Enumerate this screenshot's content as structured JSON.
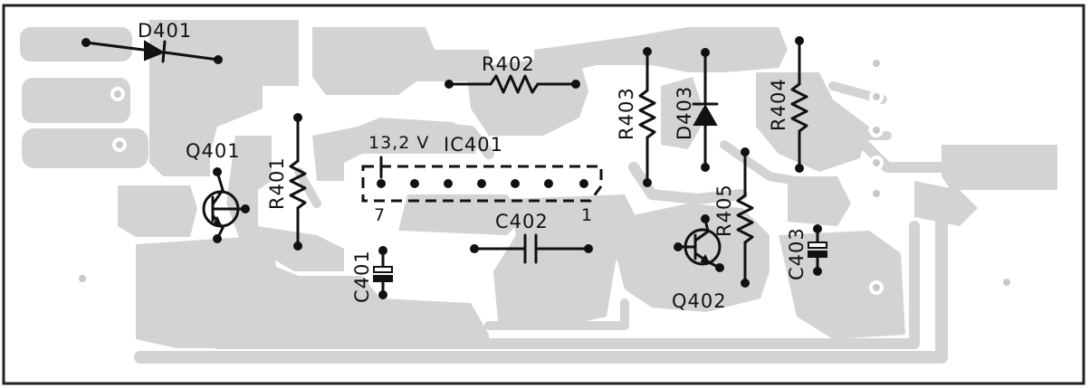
{
  "labels": {
    "d401": "D401",
    "r402": "R402",
    "q401": "Q401",
    "r401": "R401",
    "voltage": "13,2 V",
    "ic401": "IC401",
    "pin7": "7",
    "pin1": "1",
    "c402": "C402",
    "c401": "C401",
    "r403": "R403",
    "d403": "D403",
    "r404": "R404",
    "r405": "R405",
    "c403": "C403",
    "q402": "Q402"
  },
  "colors": {
    "copper": "#d3d3d3",
    "ink": "#111111",
    "border": "#222222",
    "background": "#ffffff"
  }
}
